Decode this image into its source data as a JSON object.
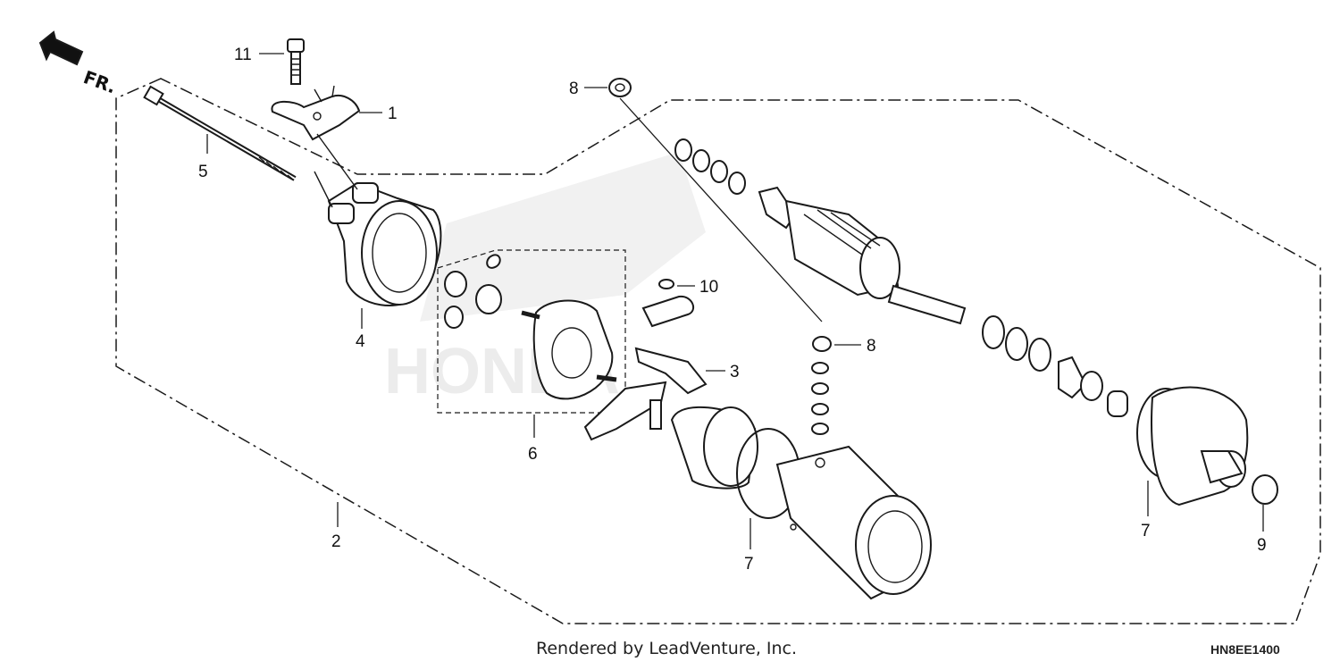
{
  "diagram": {
    "direction_label": "FR.",
    "callouts": [
      "11",
      "1",
      "5",
      "4",
      "6",
      "3",
      "10",
      "8",
      "8",
      "7",
      "7",
      "9",
      "2"
    ],
    "watermark": "HONDA",
    "footer_text": "Rendered by LeadVenture, Inc.",
    "diagram_code": "HN8EE1400"
  }
}
